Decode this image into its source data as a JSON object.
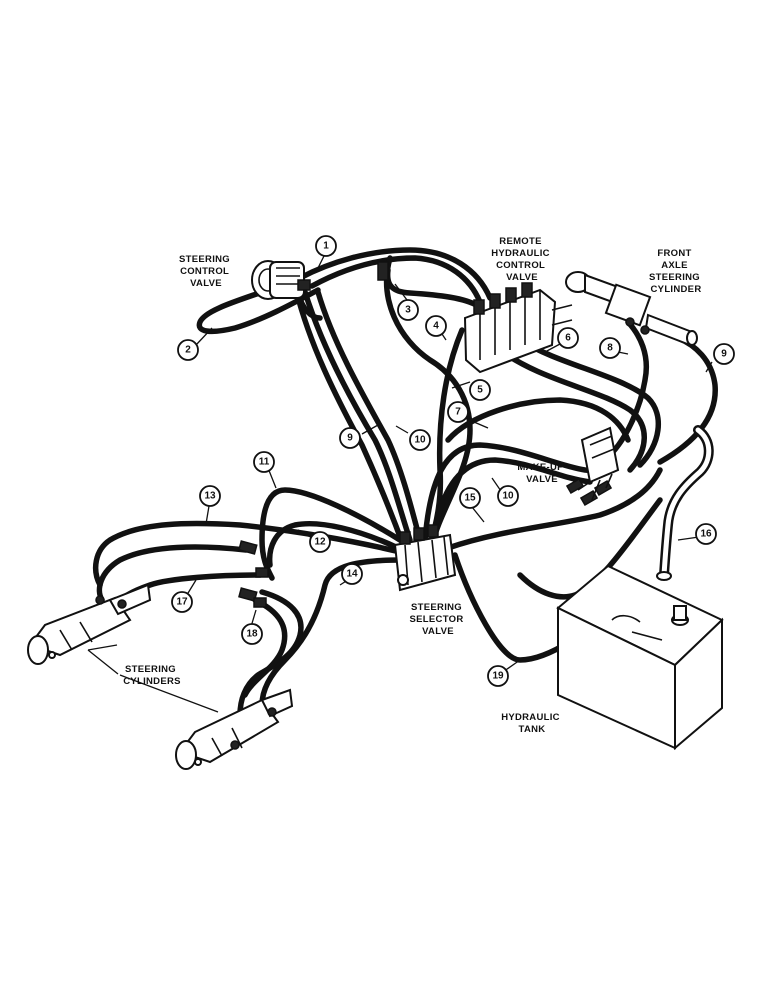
{
  "labels": {
    "steering_control_valve": [
      "STEERING",
      "CONTROL",
      "VALVE"
    ],
    "remote_hydraulic_control_valve": [
      "REMOTE",
      "HYDRAULIC",
      "CONTROL",
      "VALVE"
    ],
    "front_axle_steering_cylinder": [
      "FRONT",
      "AXLE",
      "STEERING",
      "CYLINDER"
    ],
    "make_up_valve": [
      "MAKE-UP",
      "VALVE"
    ],
    "steering_selector_valve": [
      "STEERING",
      "SELECTOR",
      "VALVE"
    ],
    "steering_cylinders": [
      "STEERING",
      "CYLINDERS"
    ],
    "hydraulic_tank": [
      "HYDRAULIC",
      "TANK"
    ]
  },
  "callouts": [
    "1",
    "2",
    "3",
    "4",
    "5",
    "6",
    "7",
    "8",
    "9",
    "9",
    "10",
    "10",
    "11",
    "12",
    "13",
    "14",
    "15",
    "16",
    "17",
    "18",
    "19"
  ]
}
